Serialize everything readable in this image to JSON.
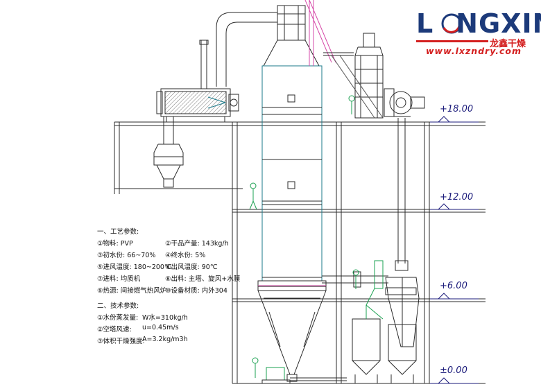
{
  "logo": {
    "brand_pre": "L",
    "brand_o": "O",
    "brand_post": "NGXIN",
    "brand_cn": "龙鑫干燥",
    "url": "www.lxzndry.com",
    "colors": {
      "navy": "#1c3a7a",
      "red": "#d42020",
      "grey": "#9aa0a8"
    }
  },
  "elevations": [
    "+18.00",
    "+12.00",
    "+6.00",
    "±0.00"
  ],
  "process_params": {
    "heading": "一、工艺参数:",
    "rows": [
      [
        "①物料: PVP",
        "②干品产量: 143kg/h"
      ],
      [
        "③初水份: 66~70%",
        "④终水份: 5%"
      ],
      [
        "⑤进风温度: 180~200℃",
        "⑥出风温度: 90℃"
      ],
      [
        "⑦进料: 均质机",
        "⑧出料: 主塔、旋风+水膜"
      ],
      [
        "⑨热源: 间接燃气热风炉",
        "⑩设备材质: 内外304"
      ]
    ]
  },
  "tech_params": {
    "heading": "二、技术参数:",
    "rows": [
      [
        "①水份蒸发量:",
        "W水=310kg/h"
      ],
      [
        "②空塔风速:",
        "u=0.45m/s"
      ],
      [
        "③体积干燥强度:",
        "A=3.2kg/m3h"
      ]
    ]
  },
  "colors": {
    "line": "#2a2a2a",
    "accent": "#d64aa8",
    "green": "#1aa050",
    "elev": "#1a1a7a"
  }
}
